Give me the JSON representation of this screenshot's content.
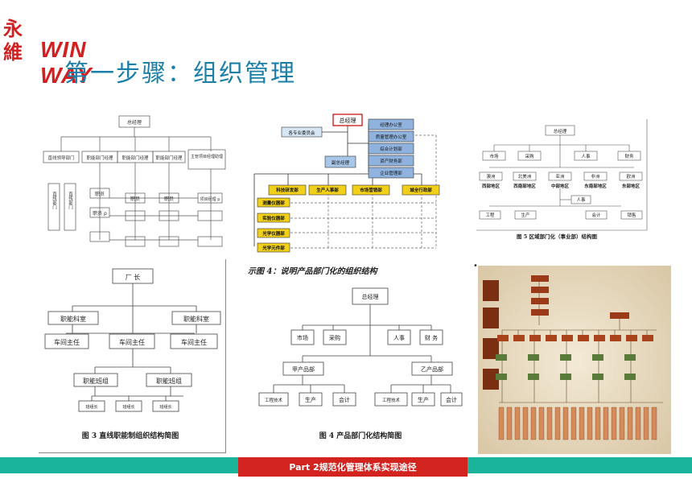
{
  "brand": {
    "logo_text": "WIN WAY",
    "logo_glyphs": "永維"
  },
  "page_title": "第一步骤：组织管理",
  "fig1": {
    "top": "总经理",
    "depts": [
      "直线领导部门",
      "职能部门经理",
      "职能部门经理",
      "职能部门经理",
      "主管项目经理助理"
    ],
    "direct": [
      "直线部门",
      "直线部门"
    ],
    "staff": "职员",
    "staff_p": "职员 p",
    "project": "项目经理 p"
  },
  "fig2": {
    "top": "总经理",
    "committee": "各专业委员会",
    "vice": "副总经理",
    "offices": [
      "经理办公室",
      "质量管理办公室",
      "综合计划部",
      "资产财务部",
      "企业管理部"
    ],
    "depts": [
      "科技研发部",
      "生产人事部",
      "市场营销部",
      "城全行政部"
    ],
    "units": [
      "测量仪器部",
      "实验仪器部",
      "光学仪器部",
      "光学元件部"
    ],
    "caption": "示图 4：说明产品部门化的组织结构"
  },
  "fig5": {
    "top": "总经理",
    "row1": [
      "市场",
      "采购",
      "人事",
      "财务"
    ],
    "row2": [
      "澳洲",
      "北美洲",
      "亚洲",
      "非洲",
      "欧洲"
    ],
    "regions": [
      "西部地区",
      "西南部地区",
      "中部地区",
      "东南部地区",
      "东部地区"
    ],
    "hr": "人事",
    "row3": [
      "工程",
      "生产",
      "会计",
      "销售"
    ],
    "caption": "图 5  区域部门化（事业部）结构图"
  },
  "fig3": {
    "top": "厂    长",
    "mid": [
      "职能科室",
      "职能科室"
    ],
    "workshops": [
      "车间主任",
      "车间主任",
      "车间主任"
    ],
    "teams": [
      "职能班组",
      "职能班组"
    ],
    "bottom": "班组长",
    "caption": "图 3  直线职能制组织结构简图"
  },
  "fig4": {
    "top": "总经理",
    "funcs": [
      "市场",
      "采购",
      "人事",
      "财 务"
    ],
    "products": [
      "甲产品部",
      "乙产品部"
    ],
    "subs": [
      "工程技术",
      "生产",
      "会计"
    ],
    "caption": "图 4  产品部门化结构简图"
  },
  "footer": {
    "text": "Part 2规范化管理体系实现途径"
  }
}
